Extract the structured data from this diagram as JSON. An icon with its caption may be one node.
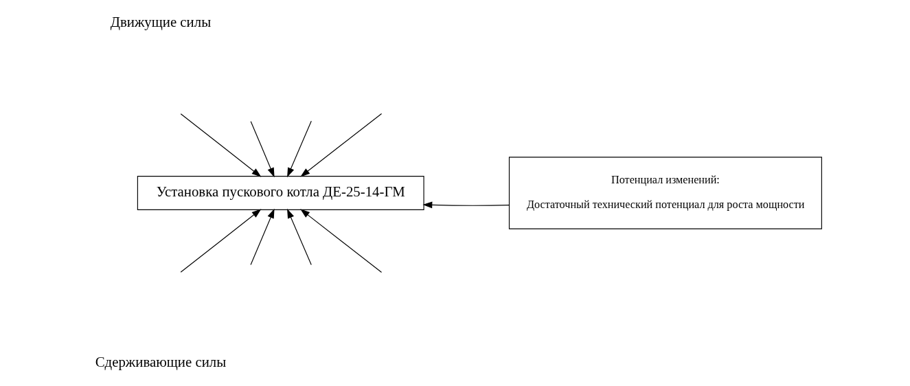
{
  "diagram": {
    "nodes": [
      {
        "text": [
          "Установка пускового котла ДЕ-25-14-ГМ"
        ]
      },
      {
        "text": [
          "Потенциал изменений:",
          "Достаточный технический потенциал для роста мощности"
        ]
      }
    ],
    "edges": [
      {
        "from": null,
        "to": 0,
        "arrow": "to"
      },
      {
        "from": null,
        "to": 0,
        "arrow": "to"
      },
      {
        "from": null,
        "to": 0,
        "arrow": "to"
      },
      {
        "from": null,
        "to": 0,
        "arrow": "to"
      },
      {
        "from": null,
        "to": 0,
        "arrow": "to"
      },
      {
        "from": null,
        "to": 0,
        "arrow": "to"
      },
      {
        "from": null,
        "to": 0,
        "arrow": "to"
      },
      {
        "from": null,
        "to": 0,
        "arrow": "to"
      },
      {
        "from": 1,
        "to": 0,
        "arrow": "to"
      }
    ],
    "labels": [
      "Движущие силы",
      "Сдерживающие силы"
    ]
  }
}
